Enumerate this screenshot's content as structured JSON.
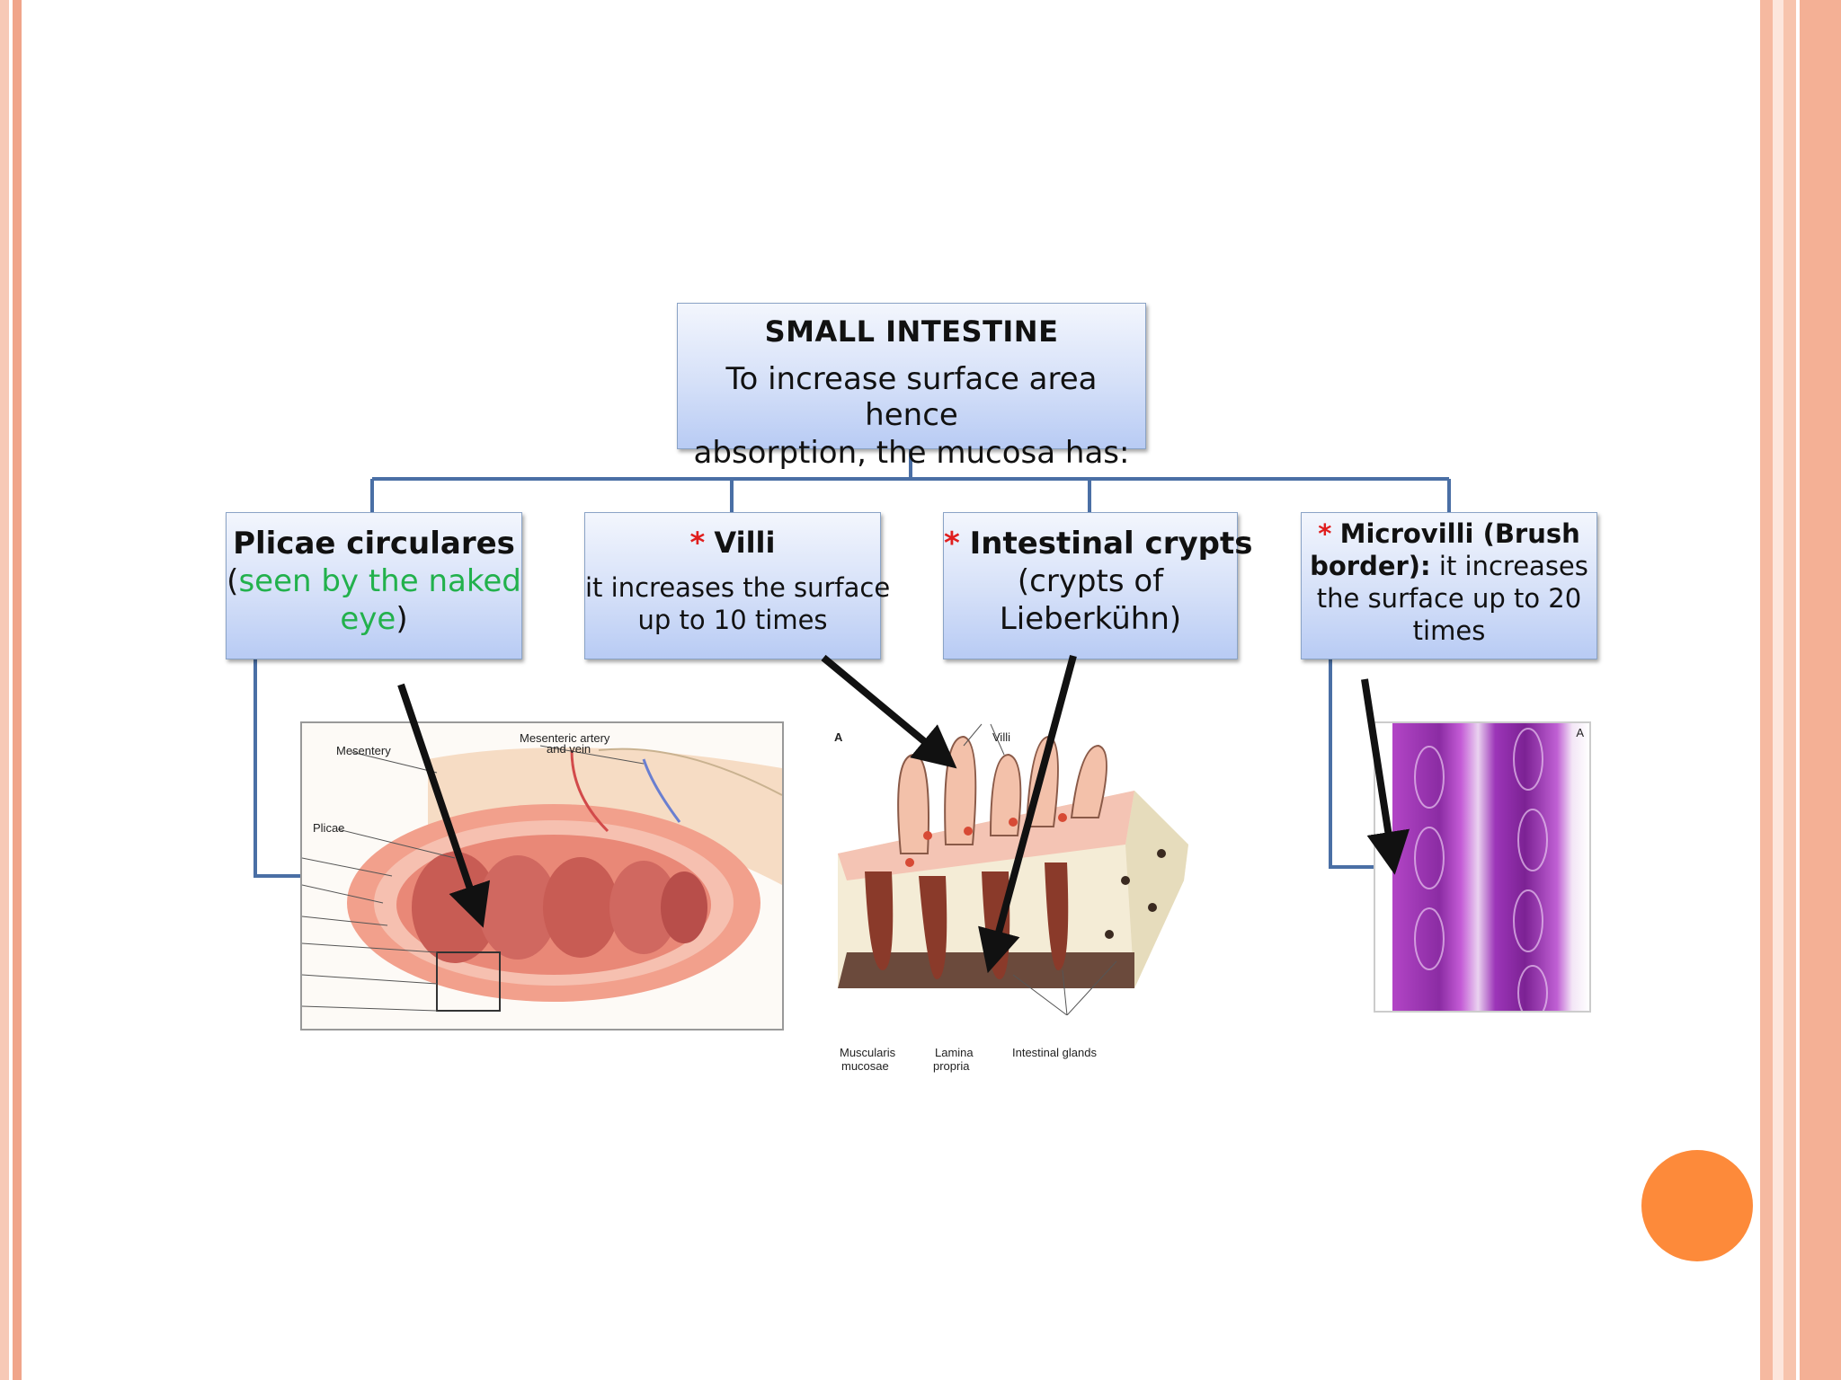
{
  "top_box": {
    "title": "SMALL INTESTINE",
    "line1": "To increase surface area hence",
    "line2": "absorption, the mucosa has:"
  },
  "boxes": {
    "plicae": {
      "title": "Plicae circulares",
      "open": "(",
      "green1": "seen by the naked",
      "green2": "eye",
      "close": ")"
    },
    "villi": {
      "star": "*",
      "title": "Villi",
      "line1": "it increases the surface",
      "line2": "up to 10 times"
    },
    "crypts": {
      "star": "*",
      "title": "Intestinal crypts",
      "line1": "(crypts of",
      "line2": "Lieberkühn)"
    },
    "microvilli": {
      "star": "*",
      "title1": "Microvilli (Brush",
      "title2": "border):",
      "rest1": " it increases",
      "line2": "the surface up to 20",
      "line3": "times"
    }
  },
  "figure_labels": {
    "plicae_fig": {
      "mesentery": "Mesentery",
      "artery1": "Mesenteric artery",
      "artery2": "and vein",
      "plicae": "Plicae"
    },
    "villi_fig": {
      "panel": "A",
      "villi": "Villi",
      "musc1": "Muscularis",
      "musc2": "mucosae",
      "lamina1": "Lamina",
      "lamina2": "propria",
      "glands": "Intestinal glands"
    },
    "histo_fig": {
      "panel": "A"
    }
  },
  "colors": {
    "accent_circle": "#fd8a3a",
    "box_border": "#8aa3c6",
    "connector": "#4a6fa5",
    "green_text": "#22b14c",
    "star": "#e01e1e"
  }
}
